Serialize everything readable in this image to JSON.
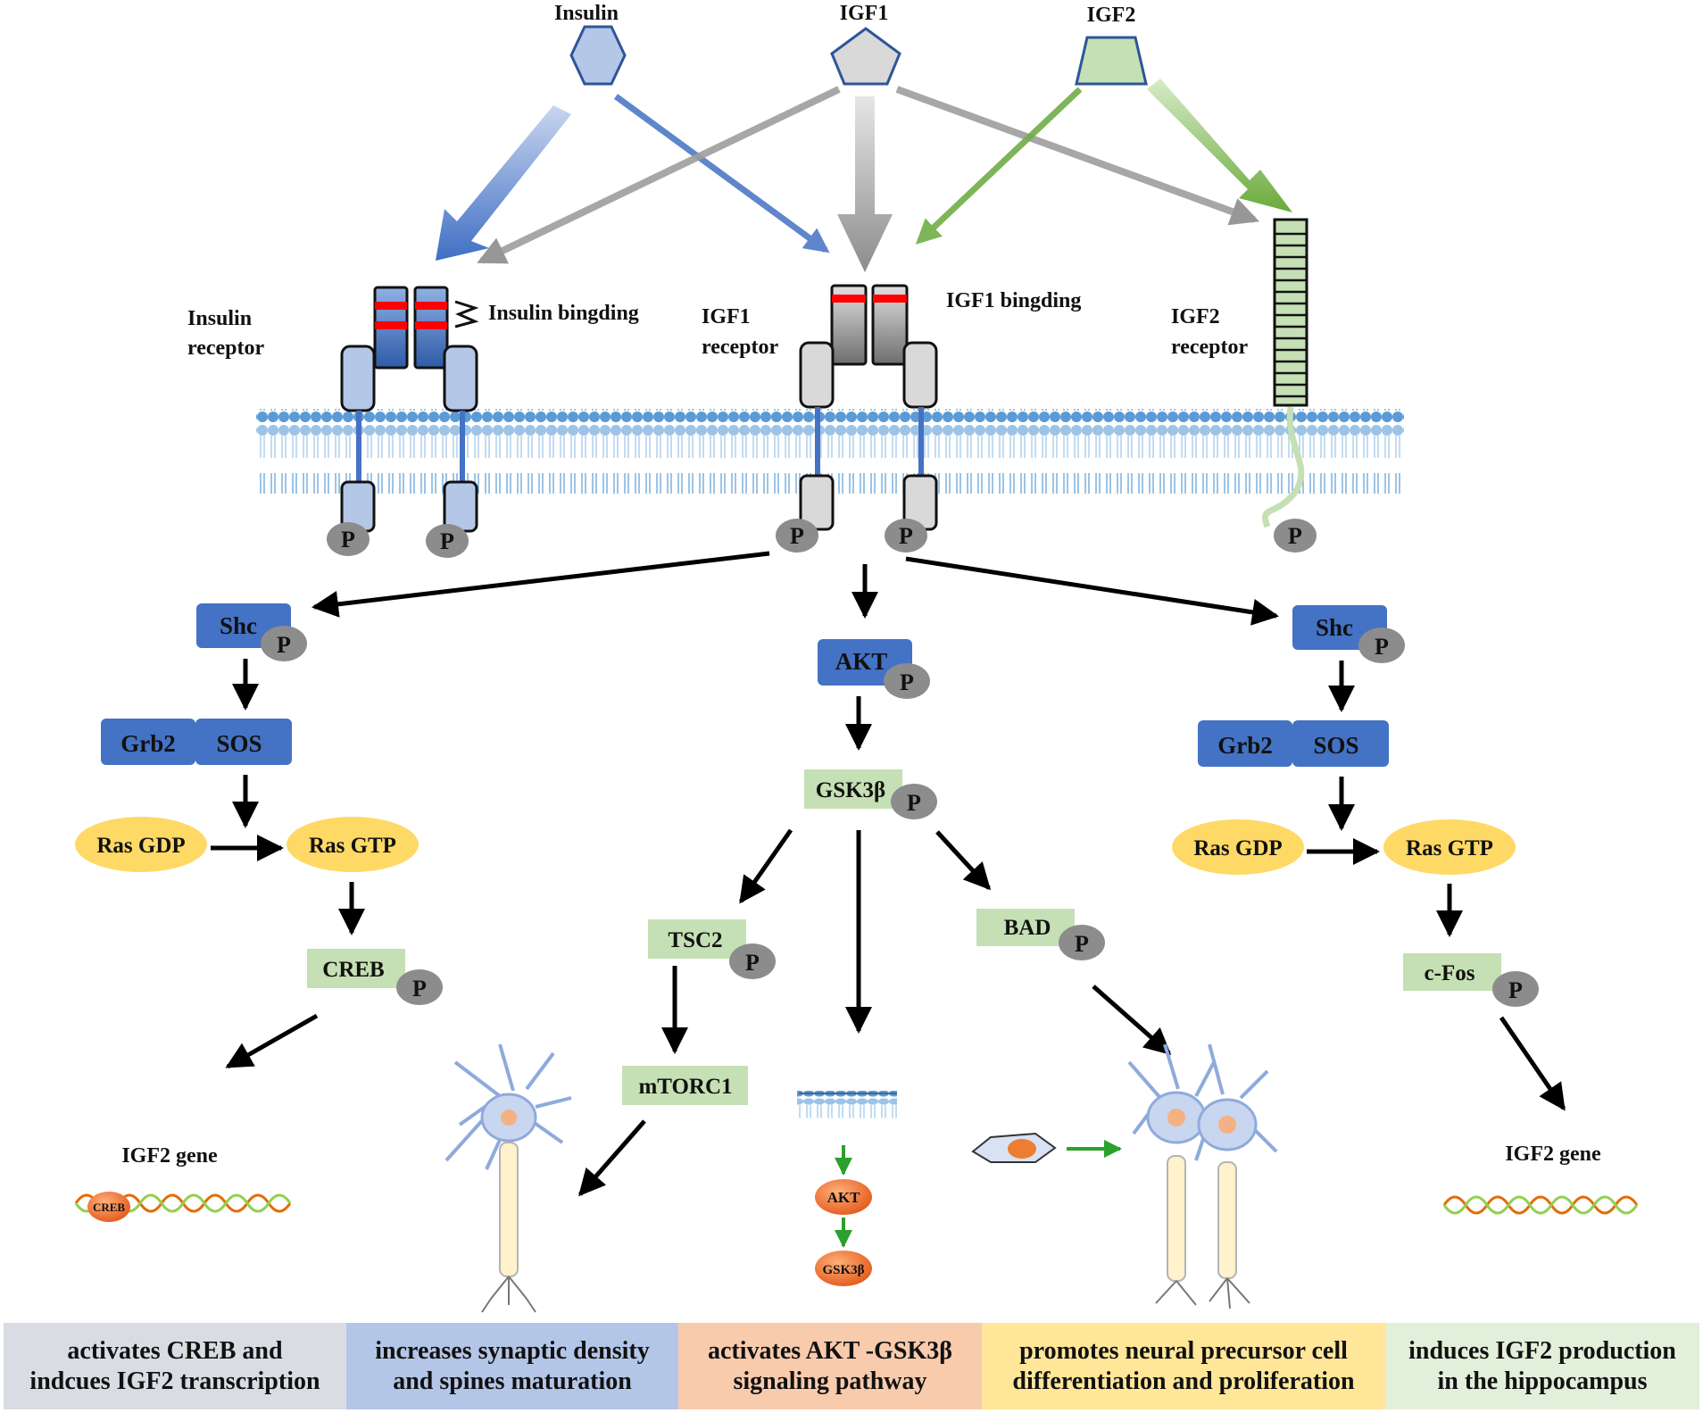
{
  "ligands": {
    "insulin": "Insulin",
    "igf1": "IGF1",
    "igf2": "IGF2"
  },
  "receptors": {
    "insulin_receptor": [
      "Insulin",
      "receptor"
    ],
    "insulin_binding": "Insulin bingding",
    "igf1_receptor": [
      "IGF1",
      "receptor"
    ],
    "igf1_binding": "IGF1 bingding",
    "igf2_receptor": [
      "IGF2",
      "receptor"
    ]
  },
  "phospho": "P",
  "left_pathway": {
    "shc": "Shc",
    "grb2": "Grb2",
    "sos": "SOS",
    "ras_gdp": "Ras GDP",
    "ras_gtp": "Ras GTP",
    "creb": "CREB",
    "gene": "IGF2 gene",
    "creb_tag": "CREB"
  },
  "center_pathway": {
    "akt": "AKT",
    "gsk3b": "GSK3β",
    "tsc2": "TSC2",
    "mtorc1": "mTORC1",
    "bad": "BAD",
    "mini_akt": "AKT",
    "mini_gsk3b": "GSK3β"
  },
  "right_pathway": {
    "shc": "Shc",
    "grb2": "Grb2",
    "sos": "SOS",
    "ras_gdp": "Ras GDP",
    "ras_gtp": "Ras GTP",
    "cfos": "c-Fos",
    "gene": "IGF2 gene"
  },
  "footer": [
    {
      "line1": "activates CREB and",
      "line2": "indcues IGF2 transcription",
      "color": "#d9dde3"
    },
    {
      "line1": "increases synaptic density",
      "line2": "and spines maturation",
      "color": "#b4c6e7"
    },
    {
      "line1": "activates AKT -GSK3β",
      "line2": "signaling pathway",
      "color": "#f8cbad"
    },
    {
      "line1": "promotes neural precursor cell",
      "line2": "differentiation and proliferation",
      "color": "#ffe699"
    },
    {
      "line1": "induces IGF2 production",
      "line2": "in the hippocampus",
      "color": "#e2efda"
    }
  ],
  "colors": {
    "blue_box": "#4472c4",
    "green_box": "#c5e0b4",
    "ras_yellow": "#ffd966",
    "phospho_gray": "#8c8c8c",
    "membrane": "#5b9bd5",
    "binding_red": "#ff0000"
  }
}
